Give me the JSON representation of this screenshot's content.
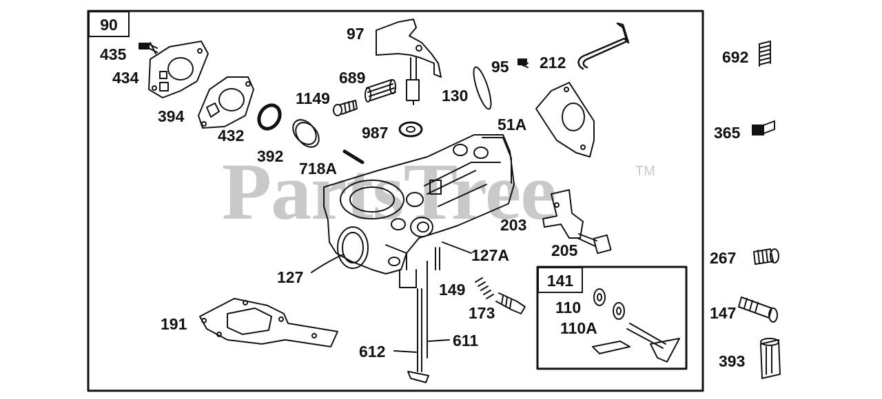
{
  "watermark": {
    "text": "PartsTree",
    "trademark": "TM"
  },
  "kit_main": {
    "id": "90"
  },
  "kit_sub": {
    "id": "141"
  },
  "parts": {
    "p435": "435",
    "p434": "434",
    "p394": "394",
    "p432": "432",
    "p392": "392",
    "p97": "97",
    "p689": "689",
    "p1149": "1149",
    "p987": "987",
    "p718A": "718A",
    "p130": "130",
    "p95": "95",
    "p212": "212",
    "p51A": "51A",
    "p203": "203",
    "p205": "205",
    "p127": "127",
    "p127A": "127A",
    "p149": "149",
    "p173": "173",
    "p191": "191",
    "p612": "612",
    "p611": "611",
    "p110": "110",
    "p110A": "110A",
    "p692": "692",
    "p365": "365",
    "p267": "267",
    "p147": "147",
    "p393": "393"
  },
  "colors": {
    "line": "#111111",
    "watermark": "#c9c9c9",
    "background": "#ffffff"
  }
}
